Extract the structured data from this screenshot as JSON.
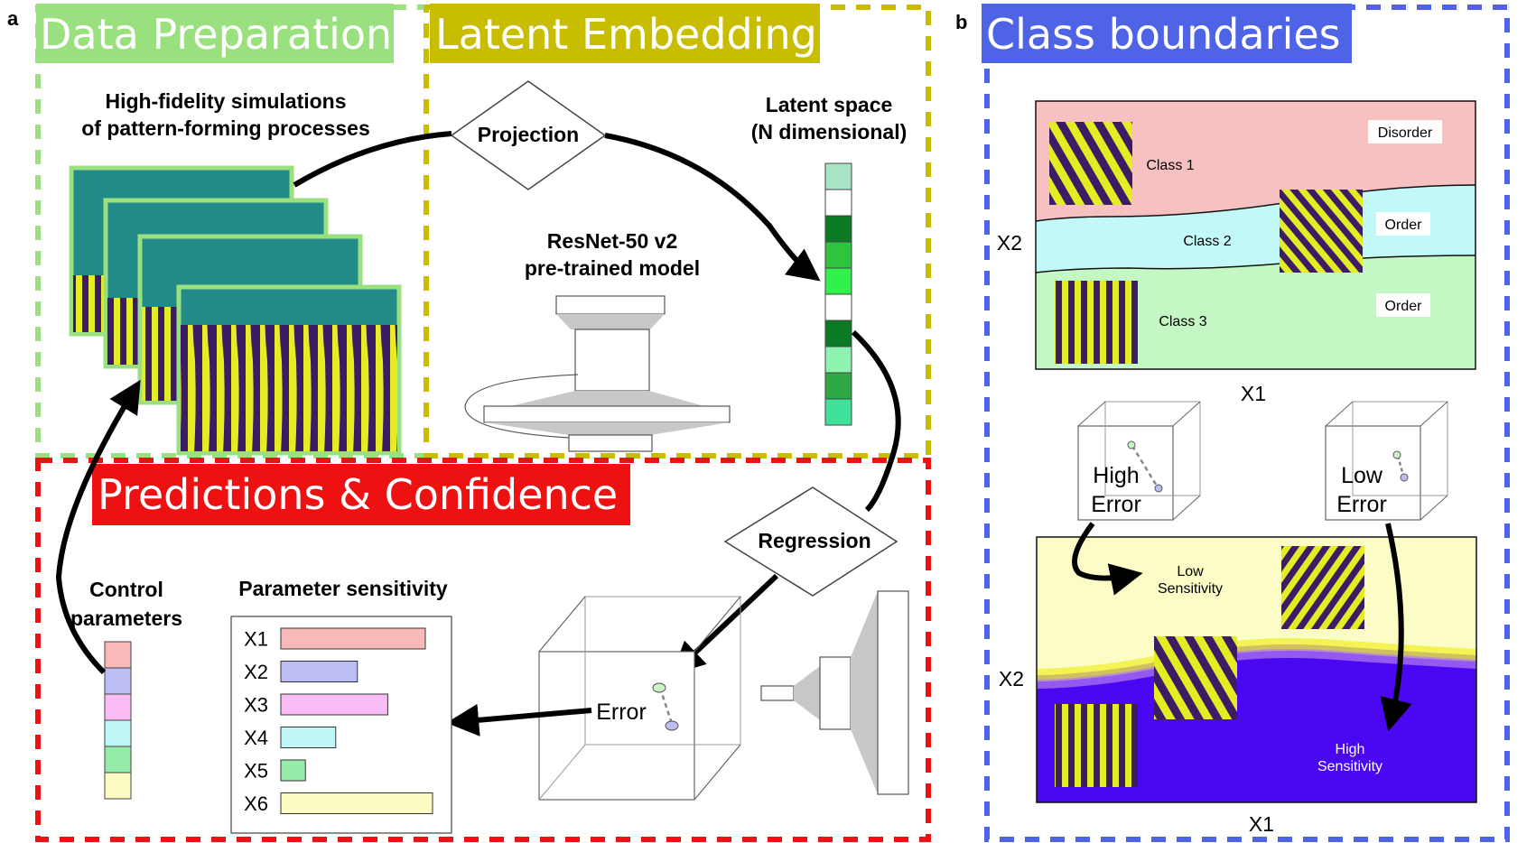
{
  "panel_a": {
    "letter": "a",
    "data_preparation": {
      "title": "Data Preparation",
      "caption_line1": "High-fidelity simulations",
      "caption_line2": "of pattern-forming processes"
    },
    "latent_embedding": {
      "title": "Latent Embedding",
      "projection_label": "Projection",
      "latent_line1": "Latent space",
      "latent_line2": "(N dimensional)",
      "model_line1": "ResNet-50 v2",
      "model_line2": "pre-trained model",
      "latent_cell_colors": [
        "#a9e4c6",
        "#ffffff",
        "#0b7a24",
        "#2ec43d",
        "#30f24a",
        "#ffffff",
        "#0b7a24",
        "#8ef2b1",
        "#2ea845",
        "#3fe29a"
      ]
    },
    "predictions": {
      "title": "Predictions & Confidence",
      "regression_label": "Regression",
      "error_label": "Error",
      "control_line1": "Control",
      "control_line2": "parameters",
      "sensitivity_title": "Parameter sensitivity",
      "control_colors": [
        "#f8b9b9",
        "#bdbdf5",
        "#f9bcf5",
        "#bff7f7",
        "#95eda9",
        "#fbfbc2"
      ],
      "bars": [
        {
          "label": "X1",
          "value": 1.0,
          "color": "#f8b9b9"
        },
        {
          "label": "X2",
          "value": 0.53,
          "color": "#bdbdf5"
        },
        {
          "label": "X3",
          "value": 0.74,
          "color": "#f9bcf5"
        },
        {
          "label": "X4",
          "value": 0.38,
          "color": "#bff7f7"
        },
        {
          "label": "X5",
          "value": 0.17,
          "color": "#95eda9"
        },
        {
          "label": "X6",
          "value": 1.05,
          "color": "#fbfbc2"
        }
      ]
    }
  },
  "panel_b": {
    "letter": "b",
    "title": "Class boundaries",
    "top_plot": {
      "xlabel": "X1",
      "ylabel": "X2",
      "classes": [
        {
          "label": "Class 1",
          "tag": "Disorder",
          "color": "#f7c1c1"
        },
        {
          "label": "Class 2",
          "tag": "Order",
          "color": "#c3f8f8"
        },
        {
          "label": "Class 3",
          "tag": "Order",
          "color": "#c3f7c3"
        }
      ]
    },
    "cube_high_line1": "High",
    "cube_high_line2": "Error",
    "cube_low_line1": "Low",
    "cube_low_line2": "Error",
    "bottom_plot": {
      "xlabel": "X1",
      "ylabel": "X2",
      "low_line1": "Low",
      "low_line2": "Sensitivity",
      "high_line1": "High",
      "high_line2": "Sensitivity",
      "top_color": "#fcfcc6",
      "bottom_color": "#4a07f2",
      "boundary_color": "#f0f03a"
    }
  },
  "colors": {
    "green_frame": "#9be07f",
    "olive_frame": "#c8bd00",
    "red_frame": "#ee1111",
    "blue_frame": "#4f63e6",
    "sim_teal": "#228b88",
    "pattern_yellow": "#e6ec23",
    "pattern_purple": "#3d1c66"
  }
}
